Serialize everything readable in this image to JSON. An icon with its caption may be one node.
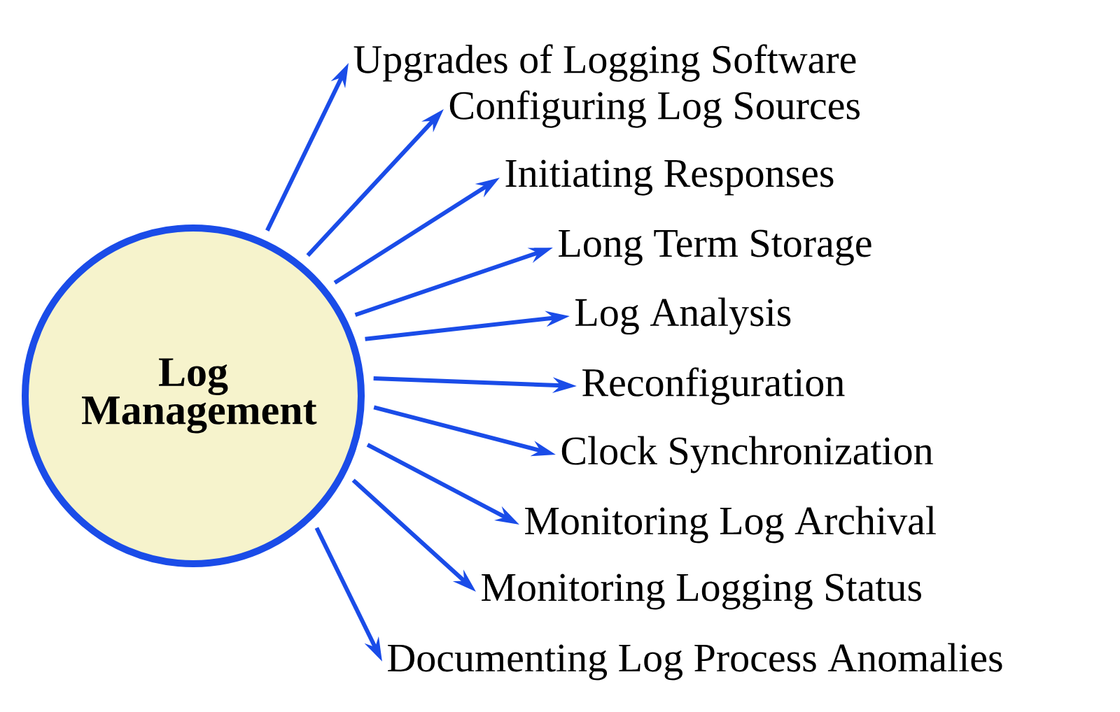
{
  "diagram": {
    "nodes": [
      {
        "text": [
          "Log Management"
        ]
      },
      {
        "text": [
          "Upgrades of Logging Software"
        ]
      },
      {
        "text": [
          "Configuring Log Sources"
        ]
      },
      {
        "text": [
          "Initiating Responses"
        ]
      },
      {
        "text": [
          "Long Term Storage"
        ]
      },
      {
        "text": [
          "Log Analysis"
        ]
      },
      {
        "text": [
          "Reconfiguration"
        ]
      },
      {
        "text": [
          "Clock Synchronization"
        ]
      },
      {
        "text": [
          "Monitoring Log Archival"
        ]
      },
      {
        "text": [
          "Monitoring Logging Status"
        ]
      },
      {
        "text": [
          "Documenting Log Process Anomalies"
        ]
      }
    ],
    "edges": [
      {
        "from": 0,
        "to": 1,
        "arrow": "to"
      },
      {
        "from": 0,
        "to": 2,
        "arrow": "to"
      },
      {
        "from": 0,
        "to": 3,
        "arrow": "to"
      },
      {
        "from": 0,
        "to": 4,
        "arrow": "to"
      },
      {
        "from": 0,
        "to": 5,
        "arrow": "to"
      },
      {
        "from": 0,
        "to": 6,
        "arrow": "to"
      },
      {
        "from": 0,
        "to": 7,
        "arrow": "to"
      },
      {
        "from": 0,
        "to": 8,
        "arrow": "to"
      },
      {
        "from": 0,
        "to": 9,
        "arrow": "to"
      },
      {
        "from": 0,
        "to": 10,
        "arrow": "to"
      }
    ]
  }
}
